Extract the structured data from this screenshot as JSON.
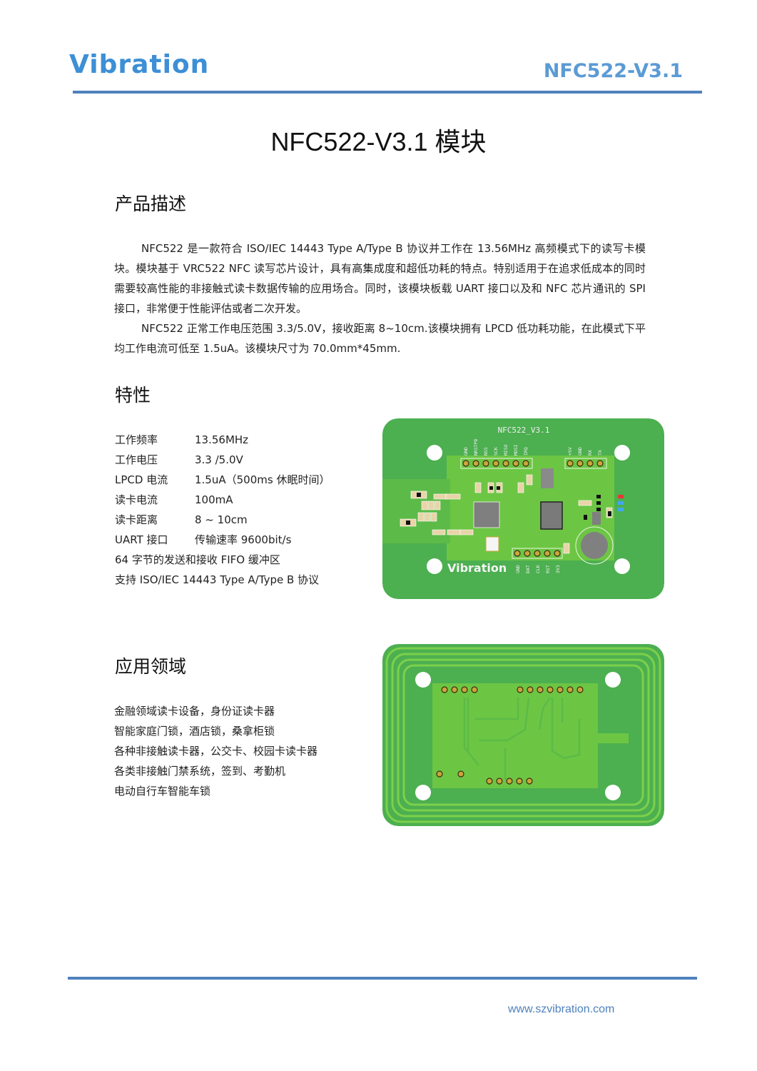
{
  "header": {
    "brand": "Vibration",
    "model": "NFC522-V3.1"
  },
  "title": "NFC522-V3.1 模块",
  "description": {
    "heading": "产品描述",
    "paragraphs": [
      "NFC522  是一款符合 ISO/IEC 14443 Type A/Type B 协议并工作在 13.56MHz 高频模式下的读写卡模块。模块基于 VRC522 NFC 读写芯片设计，具有高集成度和超低功耗的特点。特别适用于在追求低成本的同时需要较高性能的非接触式读卡数据传输的应用场合。同时，该模块板载 UART 接口以及和 NFC 芯片通讯的 SPI 接口，非常便于性能评估或者二次开发。",
      "NFC522  正常工作电压范围  3.3/5.0V，接收距离 8~10cm.该模块拥有 LPCD 低功耗功能，在此模式下平均工作电流可低至 1.5uA。该模块尺寸为 70.0mm*45mm."
    ]
  },
  "features": {
    "heading": "特性",
    "specs": [
      {
        "key": "工作频率",
        "value": "13.56MHz"
      },
      {
        "key": "工作电压",
        "value": "3.3 /5.0V"
      },
      {
        "key": "LPCD 电流",
        "value": "1.5uA（500ms 休眠时间）"
      },
      {
        "key": "读卡电流",
        "value": "100mA"
      },
      {
        "key": "读卡距离",
        "value": "8 ~ 10cm"
      },
      {
        "key": "UART 接口",
        "value": "传输速率 9600bit/s"
      }
    ],
    "extra": [
      "64 字节的发送和接收 FIFO 缓冲区",
      "支持 ISO/IEC 14443 Type A/Type B 协议"
    ]
  },
  "pcb_front": {
    "label": "NFC522_V3.1",
    "top_left_pins": [
      "GND",
      "NRSTPD",
      "NSS",
      "SCK",
      "MISO",
      "MOSI",
      "IRQ"
    ],
    "top_right_pins": [
      "+5V",
      "GND",
      "RX",
      "TX"
    ],
    "bottom_pins": [
      "GND",
      "DAT",
      "CLK",
      "RST",
      "3V3"
    ],
    "brand": "Vibration",
    "colors": {
      "board": "#4caf50",
      "copper": "#7cd04a",
      "led_red": "#e53935",
      "led_blue": "#42a5f5"
    }
  },
  "applications": {
    "heading": "应用领域",
    "items": [
      "金融领域读卡设备，身份证读卡器",
      "智能家庭门锁，酒店锁，桑拿柜锁",
      "各种非接触读卡器，公交卡、校园卡读卡器",
      "各类非接触门禁系统，签到、考勤机",
      "电动自行车智能车锁"
    ]
  },
  "footer": {
    "url": "www.szvibration.com"
  }
}
